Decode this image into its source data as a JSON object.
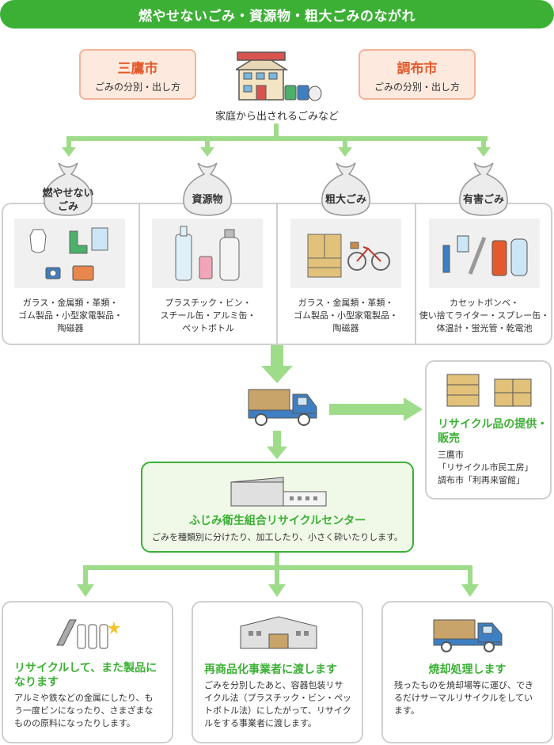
{
  "header": {
    "title": "燃やせないごみ・資源物・粗大ごみのながれ"
  },
  "cities": [
    {
      "name": "三鷹市",
      "sub": "ごみの分別・出し方"
    },
    {
      "name": "調布市",
      "sub": "ごみの分別・出し方"
    }
  ],
  "household": {
    "label": "家庭から出されるごみなど"
  },
  "categories": [
    {
      "title": "燃やせない\nごみ",
      "title_line1": "燃やせない",
      "title_line2": "ごみ",
      "desc_line1": "ガラス・金属類・革類・",
      "desc_line2": "ゴム製品・小型家電製品・",
      "desc_line3": "陶磁器"
    },
    {
      "title_line1": "資源物",
      "desc_line1": "プラスチック・ビン・",
      "desc_line2": "スチール缶・アルミ缶・",
      "desc_line3": "ペットボトル"
    },
    {
      "title_line1": "粗大ごみ",
      "desc_line1": "ガラス・金属類・革類・",
      "desc_line2": "ゴム製品・小型家電製品・",
      "desc_line3": "陶磁器"
    },
    {
      "title_line1": "有害ごみ",
      "desc_line1": "カセットボンベ・",
      "desc_line2": "使い捨てライター・スプレー缶・",
      "desc_line3": "体温計・蛍光管・乾電池"
    }
  ],
  "recycle_goods": {
    "title_line1": "リサイクル品の提供・",
    "title_line2": "販売",
    "line1": "三鷹市",
    "line2": "「リサイクル市民工房」",
    "line3": "調布市「利再来留館」"
  },
  "center": {
    "title": "ふじみ衛生組合リサイクルセンター",
    "desc": "ごみを種類別に分けたり、加工したり、小さく砕いたりします。"
  },
  "outcomes": [
    {
      "title_line1": "リサイクルして、また製品に",
      "title_line2": "なります",
      "lines": [
        "アルミや鉄などの金属にしたり、も",
        "う一度ビンになったり、さまざまな",
        "ものの原料になったりします。"
      ]
    },
    {
      "title_line1": "再商品化事業者に渡します",
      "lines": [
        "ごみを分別したあと、容器包装リサ",
        "イクル法（プラスチック・ビン・ペッ",
        "トボトル法）にしたがって、リサイク",
        "ルをする事業者に渡します。"
      ]
    },
    {
      "title_line1": "焼却処理します",
      "lines": [
        "残ったものを焼却場等に運び、でき",
        "るだけサーマルリサイクルをしてい",
        "ます。"
      ]
    }
  ],
  "colors": {
    "green": "#3cb035",
    "light_green": "#9fdc8a",
    "orange": "#e45a2c",
    "box_border": "#cfcfcf"
  }
}
